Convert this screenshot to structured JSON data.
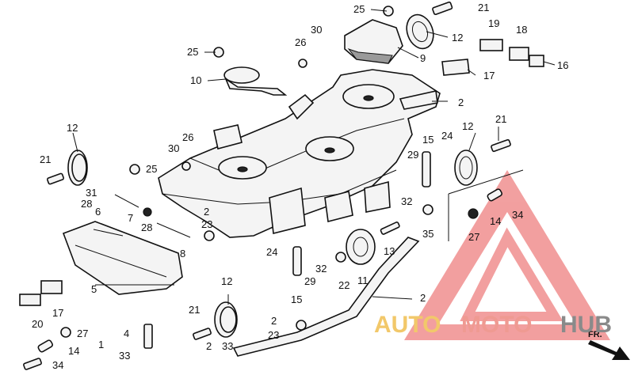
{
  "callouts": {
    "c1": "1",
    "c2a": "2",
    "c2b": "2",
    "c2c": "2",
    "c2d": "2",
    "c2e": "2",
    "c4": "4",
    "c5": "5",
    "c6": "6",
    "c7": "7",
    "c8": "8",
    "c9": "9",
    "c10": "10",
    "c11": "11",
    "c12a": "12",
    "c12b": "12",
    "c12c": "12",
    "c12d": "12",
    "c13": "13",
    "c14a": "14",
    "c14b": "14",
    "c15a": "15",
    "c15b": "15",
    "c16": "16",
    "c17a": "17",
    "c17b": "17",
    "c18": "18",
    "c19": "19",
    "c20": "20",
    "c21a": "21",
    "c21b": "21",
    "c21c": "21",
    "c21d": "21",
    "c22": "22",
    "c23a": "23",
    "c23b": "23",
    "c24a": "24",
    "c24b": "24",
    "c25a": "25",
    "c25b": "25",
    "c25c": "25",
    "c26a": "26",
    "c26b": "26",
    "c27a": "27",
    "c27b": "27",
    "c28a": "28",
    "c28b": "28",
    "c29a": "29",
    "c29b": "29",
    "c30a": "30",
    "c30b": "30",
    "c31": "31",
    "c32a": "32",
    "c32b": "32",
    "c33a": "33",
    "c33b": "33",
    "c34a": "34",
    "c34b": "34",
    "c35": "35"
  },
  "watermark": {
    "part1": "AUTO",
    "part2": "MOTO",
    "part3": "HUB",
    "color_auto": "#f2c86a",
    "color_moto": "#ef9a92",
    "color_hub": "#8a8a8a",
    "triangle_color": "#ee8080"
  },
  "direction_label": "FR."
}
